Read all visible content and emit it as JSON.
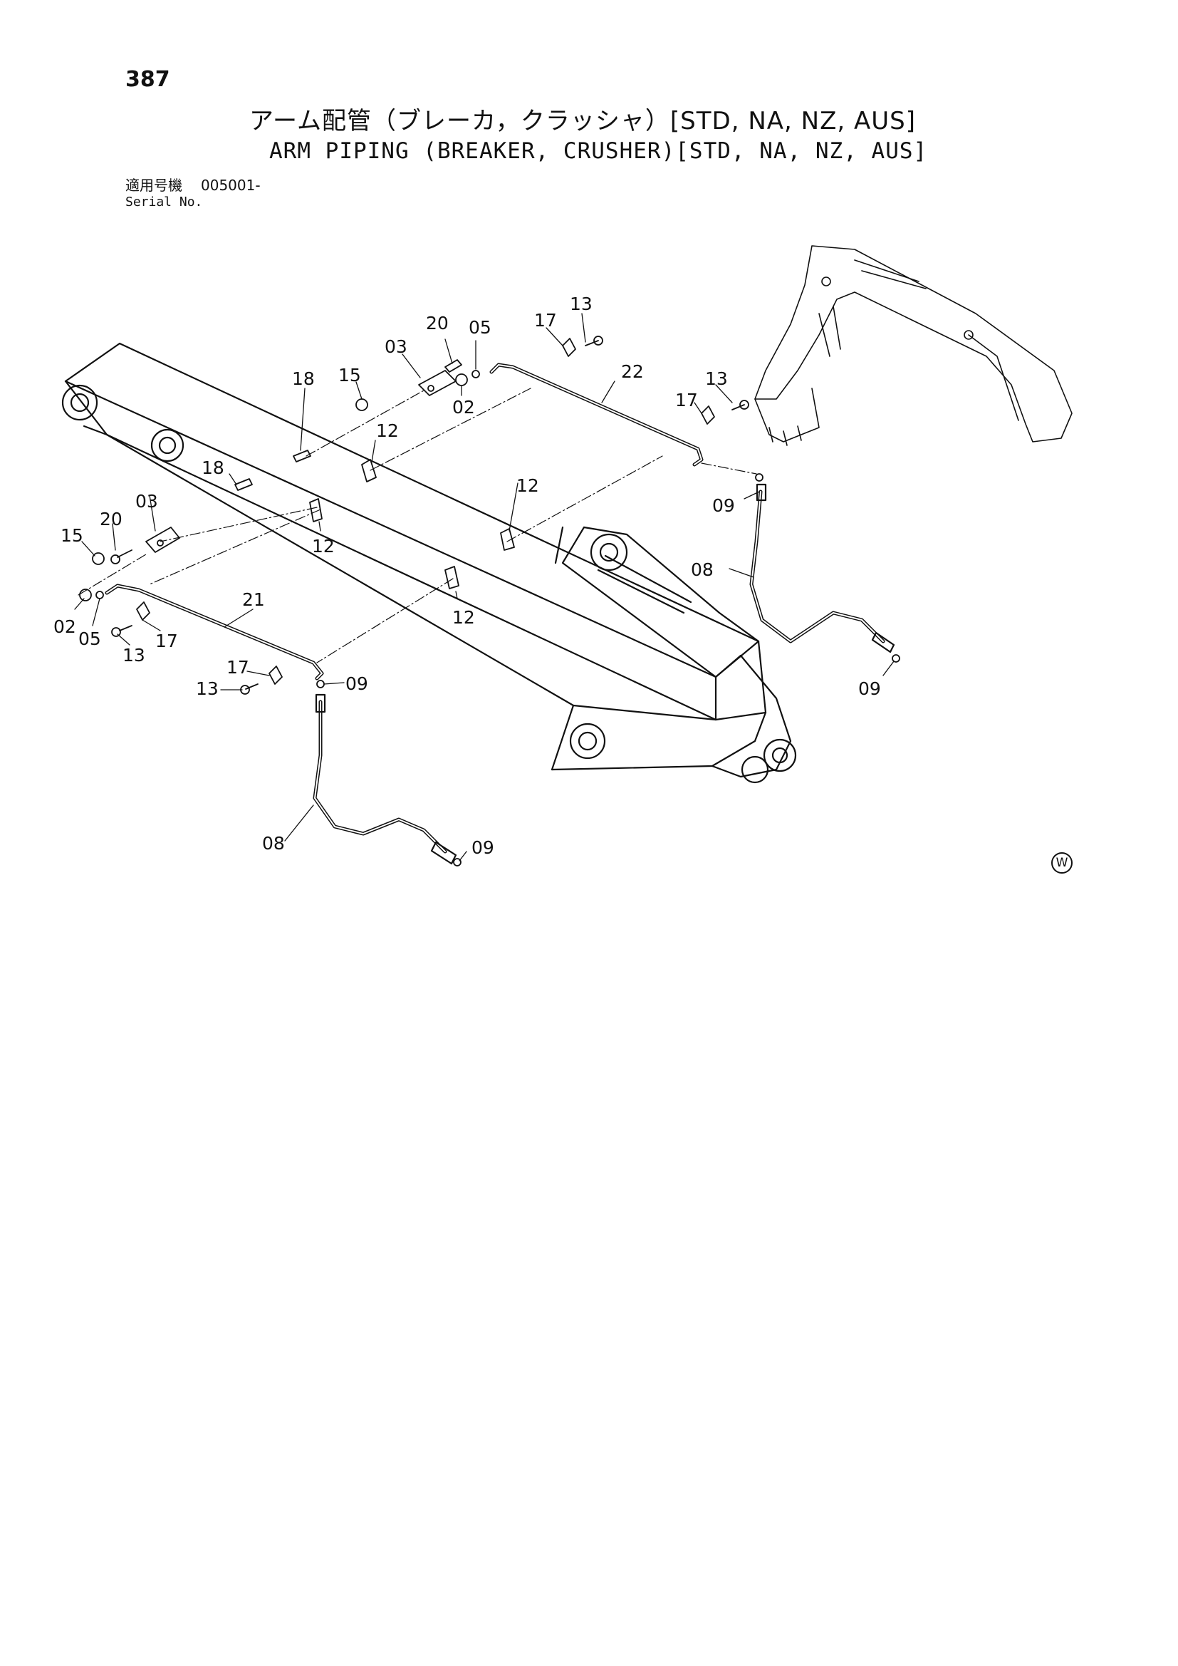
{
  "page": {
    "number": "387",
    "title_jp": "アーム配管（ブレーカ，クラッシャ）[STD, NA, NZ, AUS]",
    "title_en": "ARM PIPING (BREAKER,  CRUSHER)[STD, NA, NZ, AUS]",
    "serial_label_jp": "適用号機",
    "serial_label_en": "Serial No.",
    "serial_value": "005001-",
    "mark": "W"
  },
  "diagram": {
    "part_labels": [
      "20",
      "05",
      "17",
      "13",
      "03",
      "18",
      "15",
      "22",
      "02",
      "13",
      "17",
      "12",
      "12",
      "18",
      "09",
      "03",
      "20",
      "15",
      "12",
      "08",
      "21",
      "12",
      "02",
      "05",
      "17",
      "13",
      "17",
      "13",
      "09",
      "09",
      "08",
      "09"
    ]
  }
}
